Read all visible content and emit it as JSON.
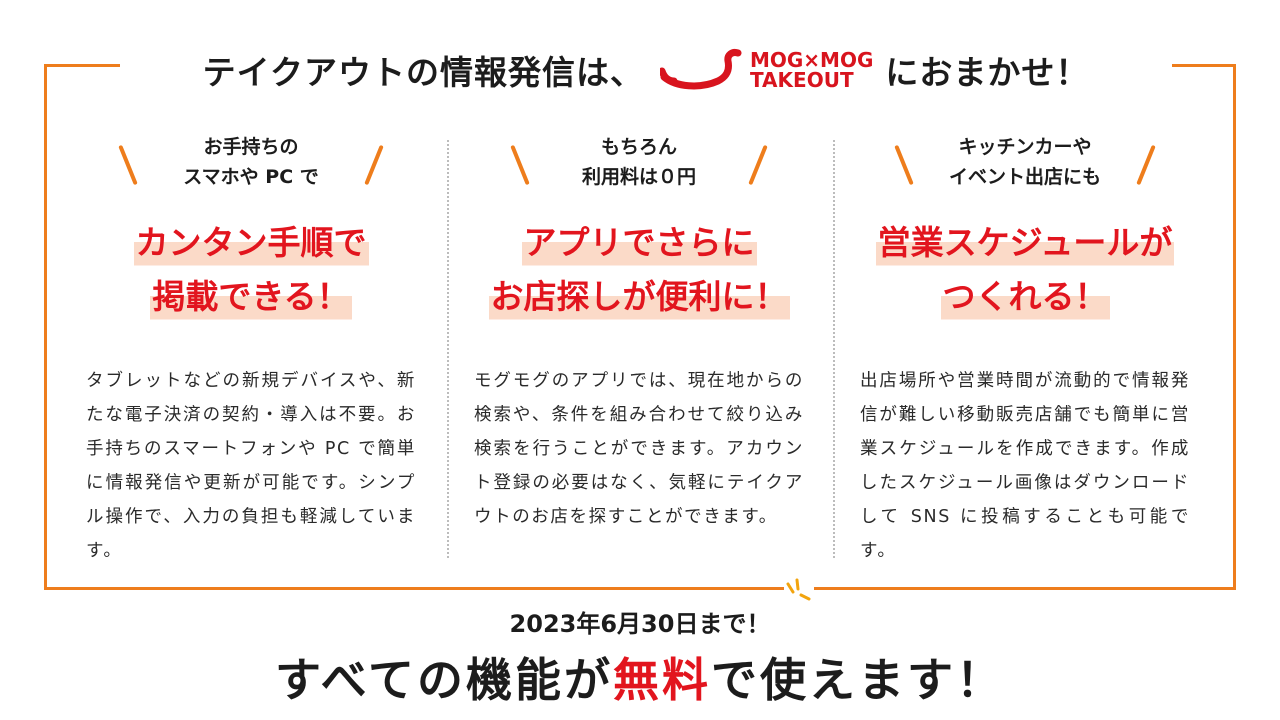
{
  "headline": {
    "before": "テイクアウトの情報発信は、",
    "logo_line1": "MOG×MOG",
    "logo_line2": "TAKEOUT",
    "after": "におまかせ！"
  },
  "columns": [
    {
      "kicker": [
        "お手持ちの",
        "スマホや PC で"
      ],
      "big": [
        "カンタン手順で",
        "掲載できる！"
      ],
      "body": "タブレットなどの新規デバイスや、新たな電子決済の契約・導入は不要。お手持ちのスマートフォンや PC で簡単に情報発信や更新が可能です。シンプル操作で、入力の負担も軽減しています。"
    },
    {
      "kicker": [
        "もちろん",
        "利用料は０円"
      ],
      "big": [
        "アプリでさらに",
        "お店探しが便利に！"
      ],
      "body": "モグモグのアプリでは、現在地からの検索や、条件を組み合わせて絞り込み検索を行うことができます。アカウント登録の必要はなく、気軽にテイクアウトのお店を探すことができます。"
    },
    {
      "kicker": [
        "キッチンカーや",
        "イベント出店にも"
      ],
      "big": [
        "営業スケジュールが",
        "つくれる！"
      ],
      "body": "出店場所や営業時間が流動的で情報発信が難しい移動販売店舗でも簡単に営業スケジュールを作成できます。作成したスケジュール画像はダウンロードして SNS に投稿することも可能です。"
    }
  ],
  "bottom": {
    "deadline": "2023年6月30日まで！",
    "main_before": "すべての機能が",
    "main_accent": "無料",
    "main_after": "で使えます！"
  },
  "colors": {
    "frame": "#ee7d1c",
    "accent_red": "#e2151e",
    "highlight": "#fbdac8",
    "text": "#1c1c1c"
  }
}
